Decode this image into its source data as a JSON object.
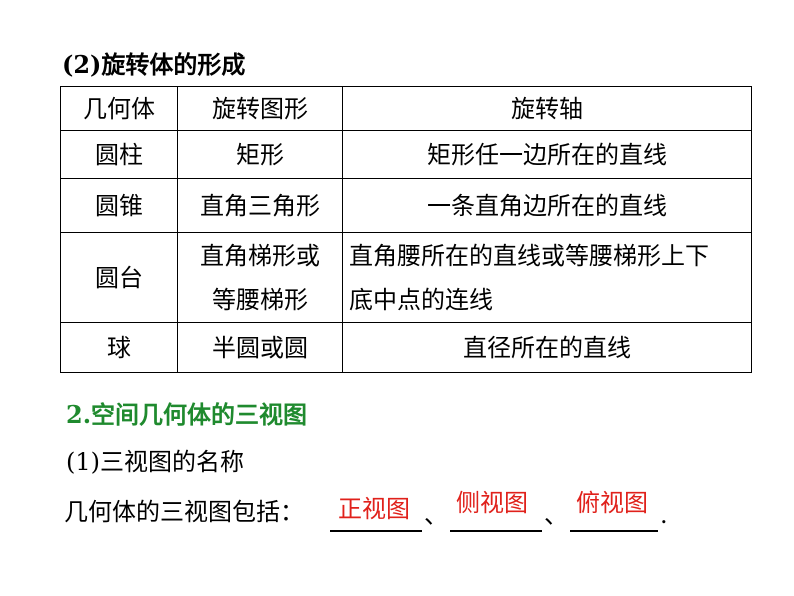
{
  "heading": "(2)旋转体的形成",
  "table": {
    "headers": [
      "几何体",
      "旋转图形",
      "旋转轴"
    ],
    "rows": [
      [
        "圆柱",
        "矩形",
        "矩形任一边所在的直线"
      ],
      [
        "圆锥",
        "直角三角形",
        "一条直角边所在的直线"
      ],
      [
        "圆台",
        [
          "直角梯形或",
          "等腰梯形"
        ],
        [
          "直角腰所在的直线或等腰梯形上下",
          "底中点的连线"
        ]
      ],
      [
        "球",
        "半圆或圆",
        "直径所在的直线"
      ]
    ]
  },
  "section2": "2.空间几何体的三视图",
  "sub1": "(1)三视图的名称",
  "sentence": {
    "prefix": "几何体的三视图包括：",
    "sep1": "、",
    "sep2": "、",
    "end": ".",
    "answers": [
      "正视图",
      "侧视图",
      "俯视图"
    ]
  },
  "colors": {
    "accent_green": "#1f8a2e",
    "answer_red": "#e0211b"
  }
}
